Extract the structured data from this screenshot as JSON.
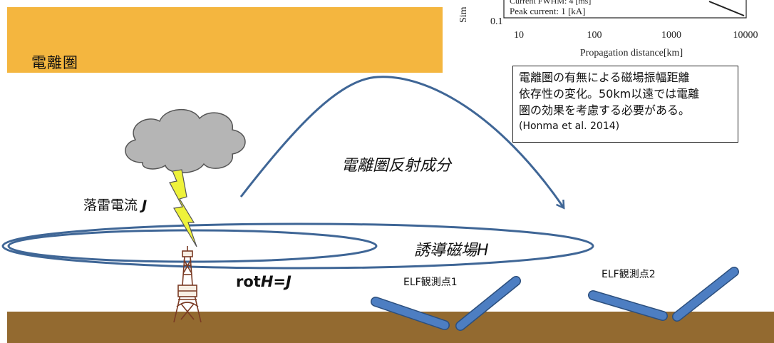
{
  "colors": {
    "ionosphere": "#f4b63f",
    "ground": "#936a30",
    "antenna": "#4d7ec2",
    "bolt": "#eef23a",
    "cloud": "#b5b5b5",
    "ring": "#3f6696",
    "arrow": "#3f6696"
  },
  "ionosphere": {
    "label": "電離圏"
  },
  "chart_fragment": {
    "y_axis_label_partial": "Sim",
    "legend_line1": "Current FWHM: 4 [ms]",
    "legend_line2": "Peak current: 1 [kA]",
    "y_tick": "0.1",
    "x_ticks": [
      "10",
      "100",
      "1000",
      "10000"
    ],
    "x_label": "Propagation distance[km]"
  },
  "note": {
    "line1": "電離圏の有無による磁場振幅距離",
    "line2": "依存性の変化。50km以遠では電離",
    "line3": "圏の効果を考慮する必要がある。",
    "citation": "(Honma et al. 2014)"
  },
  "labels": {
    "reflection": "電離圏反射成分",
    "lightning_current": "落雷電流",
    "lightning_current_symbol": "J",
    "induced_field": "誘導磁場H",
    "rot_prefix": "rot",
    "rot_equation": "H=J",
    "station1": "ELF観測点1",
    "station2": "ELF観測点2"
  },
  "icons": {
    "cloud": "cloud-icon",
    "bolt": "lightning-bolt-icon",
    "tower": "tower-icon",
    "antenna": "antenna-icon"
  }
}
